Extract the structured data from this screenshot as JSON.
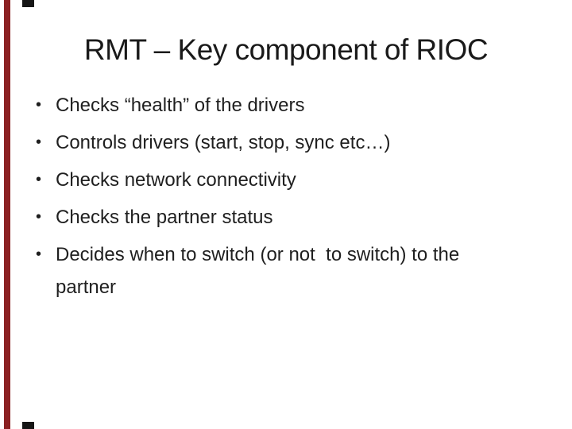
{
  "slide": {
    "title": "RMT – Key component of RIOC",
    "bullet_char": "•",
    "bullets": [
      "Checks “health” of the drivers",
      "Controls drivers (start, stop, sync etc…)",
      "Checks network connectivity",
      "Checks the partner status",
      "Decides when to switch (or not  to switch) to the partner"
    ],
    "colors": {
      "background": "#ffffff",
      "text": "#1f1f1f",
      "accent_bar": "#8b2022",
      "accent_cap": "#161616"
    }
  }
}
